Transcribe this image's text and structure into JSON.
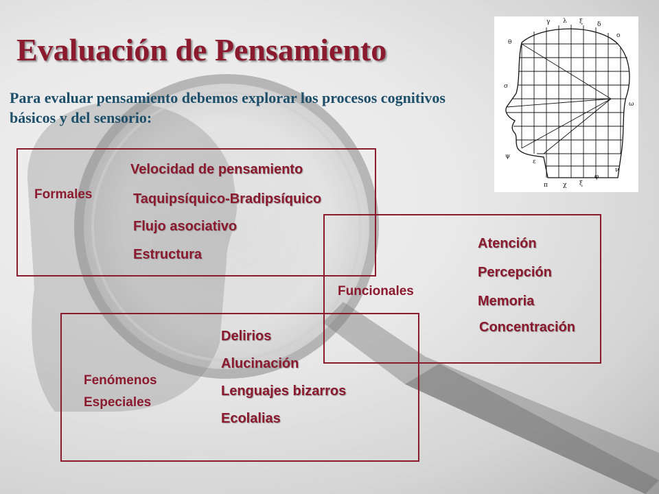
{
  "title": "Evaluación de Pensamiento",
  "subtitle": "Para evaluar pensamiento debemos explorar los procesos cognitivos básicos y del sensorio:",
  "formales": {
    "label": "Formales",
    "items": [
      "Velocidad de pensamiento",
      "Taquipsíquico-Bradipsíquico",
      "Flujo asociativo",
      "Estructura"
    ]
  },
  "funcionales": {
    "label": "Funcionales",
    "items": [
      "Atención",
      "Percepción",
      "Memoria",
      "Concentración"
    ]
  },
  "fenomenos": {
    "label_line1": "Fenómenos",
    "label_line2": "Especiales",
    "items": [
      "Delirios",
      "Alucinación",
      "Lenguajes bizarros",
      "Ecolalias"
    ]
  },
  "colors": {
    "accent": "#8b1a2e",
    "subtitle": "#1d4f6b"
  }
}
